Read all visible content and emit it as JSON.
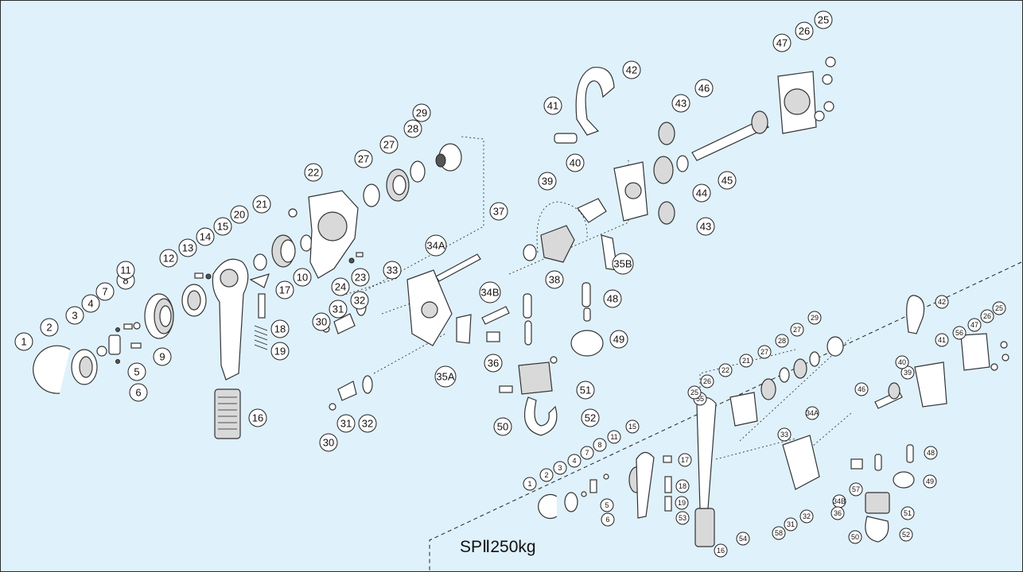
{
  "model_label": "SPⅡ250kg",
  "main_labels": [
    "1",
    "2",
    "3",
    "4",
    "5",
    "6",
    "7",
    "8",
    "9",
    "10",
    "11",
    "12",
    "13",
    "14",
    "15",
    "16",
    "17",
    "18",
    "19",
    "20",
    "21",
    "22",
    "23",
    "24",
    "25",
    "26",
    "27",
    "27",
    "28",
    "29",
    "30",
    "30",
    "31",
    "31",
    "32",
    "32",
    "33",
    "34A",
    "34B",
    "35A",
    "35B",
    "36",
    "37",
    "38",
    "39",
    "40",
    "41",
    "42",
    "43",
    "43",
    "44",
    "45",
    "46",
    "47",
    "48",
    "49",
    "50",
    "51",
    "52"
  ],
  "inset_labels": [
    "1",
    "2",
    "3",
    "4",
    "5",
    "6",
    "7",
    "8",
    "11",
    "15",
    "17",
    "18",
    "19",
    "53",
    "55",
    "16",
    "54",
    "25",
    "26",
    "22",
    "21",
    "27",
    "28",
    "27",
    "29",
    "33",
    "34A",
    "34B",
    "57",
    "58",
    "31",
    "32",
    "36",
    "46",
    "39",
    "40",
    "41",
    "56",
    "47",
    "26",
    "25",
    "42",
    "48",
    "49",
    "51",
    "50",
    "52"
  ]
}
